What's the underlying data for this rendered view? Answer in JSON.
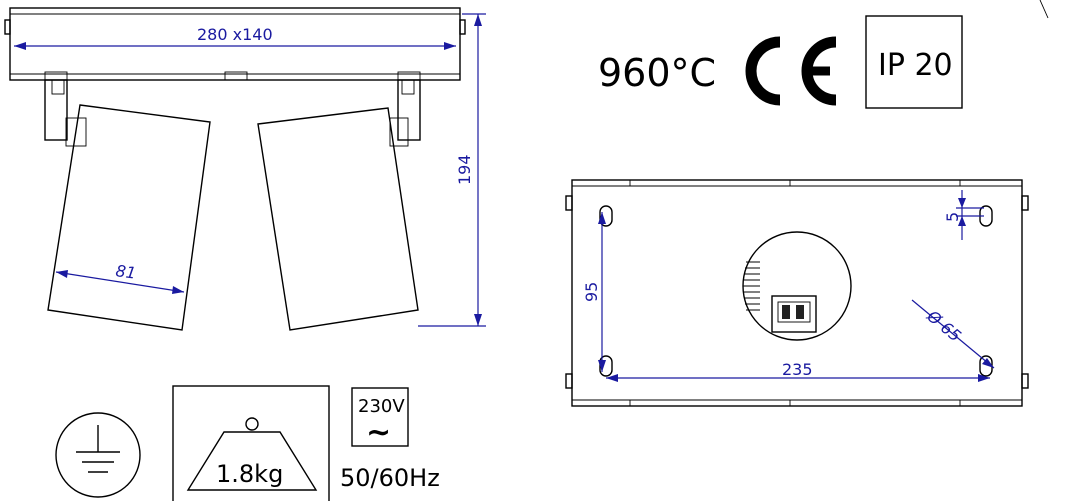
{
  "drawing": {
    "dimensions": {
      "overall": "280  x140",
      "height": "194",
      "spot_width": "81",
      "hole_vertical": "95",
      "hole_horizontal": "235",
      "hole_offset": "5",
      "hole_diameter": "Ø 65"
    },
    "specs": {
      "glow_wire": "960°C",
      "ce_mark": "CE",
      "ip_rating": "IP 20",
      "weight": "1.8kg",
      "voltage": "230V",
      "ac_symbol": "∼",
      "frequency": "50/60Hz"
    },
    "icons": [
      "earth-ground-icon",
      "ce-mark-icon",
      "weight-icon",
      "ac-supply-icon"
    ]
  }
}
